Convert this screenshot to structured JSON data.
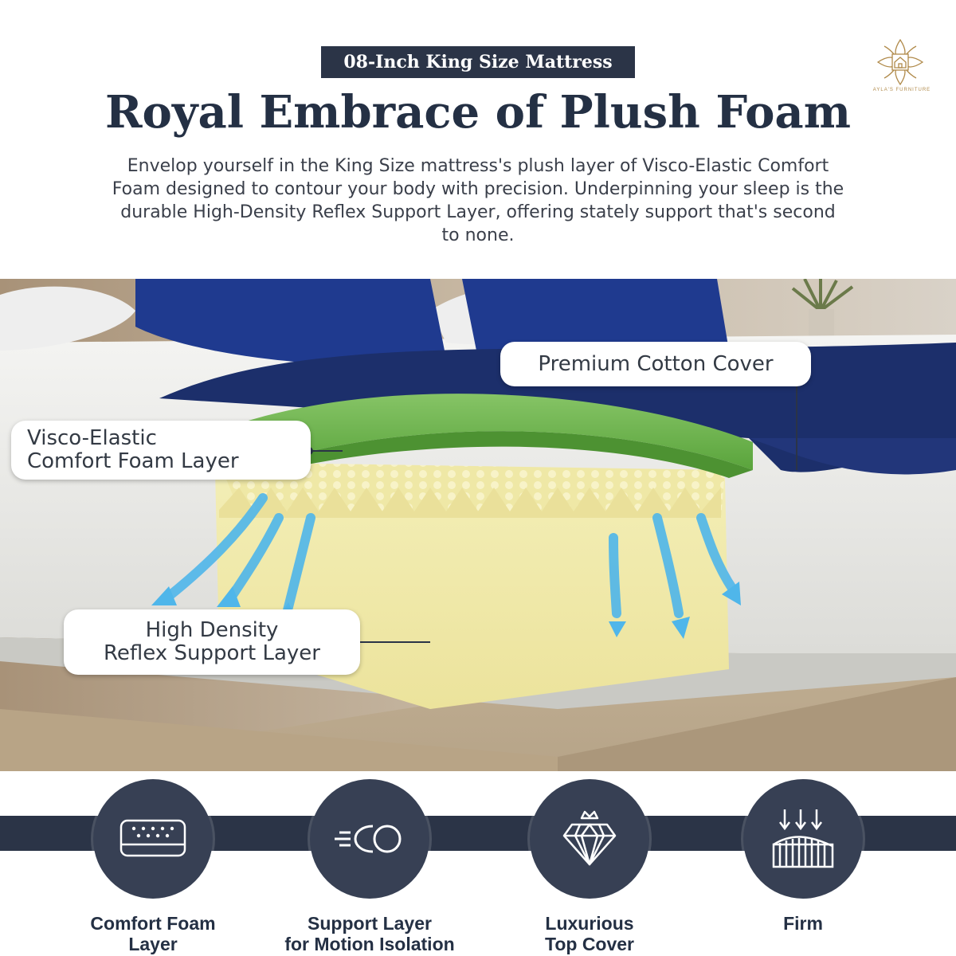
{
  "header": {
    "tag": "08-Inch King Size Mattress",
    "title": "Royal Embrace of Plush Foam",
    "description": "Envelop yourself in the King Size mattress's plush layer of Visco-Elastic Comfort Foam designed to contour your body with precision. Underpinning your sleep is the durable High-Density Reflex Support Layer, offering stately support that's second to none."
  },
  "brand": {
    "logo_text": "AYLA'S FURNITURE",
    "logo_icon": "ornamental-house-logo",
    "accent_color": "#b08a4a"
  },
  "callouts": {
    "cover": "Premium Cotton Cover",
    "visco_line1": "Visco-Elastic",
    "visco_line2": "Comfort Foam Layer",
    "hd_line1": "High Density",
    "hd_line2": "Reflex Support Layer"
  },
  "features": [
    {
      "icon": "mattress-icon",
      "line1": "Comfort Foam",
      "line2": "Layer"
    },
    {
      "icon": "eco-icon",
      "line1": "Support Layer",
      "line2": "for Motion Isolation"
    },
    {
      "icon": "diamond-crown-icon",
      "line1": "Luxurious",
      "line2": "Top Cover"
    },
    {
      "icon": "firm-spring-icon",
      "line1": "Firm",
      "line2": ""
    }
  ],
  "colors": {
    "navy": "#2b3447",
    "circle": "#374054",
    "green_foam": "#6ab04c",
    "yellow_foam": "#f2ecb0",
    "arrow": "#4fb6ea",
    "bed_frame": "#b9a68a"
  }
}
